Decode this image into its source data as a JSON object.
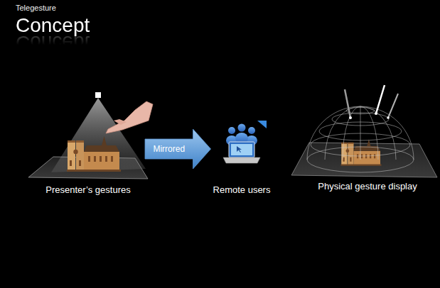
{
  "diagram": {
    "title": "Concept",
    "nodes": [
      {
        "text": [
          "Presenter’s gestures"
        ]
      },
      {
        "text": [
          "Remote users"
        ]
      },
      {
        "text": [
          "Physical gesture display"
        ]
      }
    ],
    "edges": [
      {
        "from": 0,
        "to": 1,
        "label": "Mirrored",
        "arrow": "to"
      }
    ],
    "labels": [
      "Telegesture"
    ]
  }
}
